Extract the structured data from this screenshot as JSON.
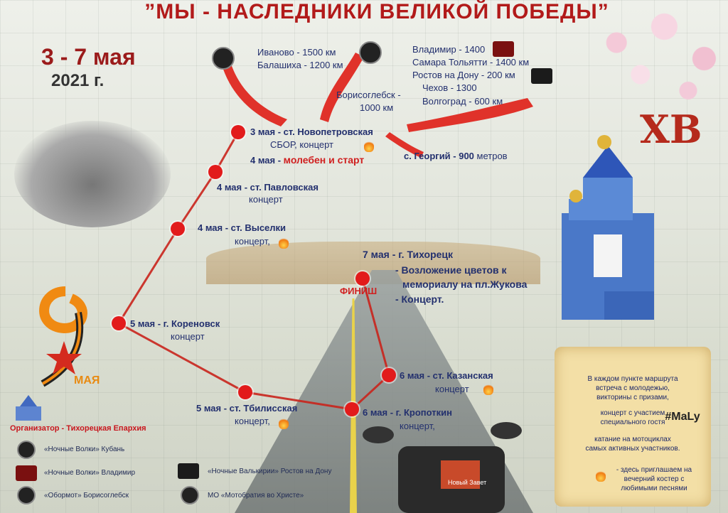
{
  "title": "”МЫ - НАСЛЕДНИКИ ВЕЛИКОЙ ПОБЕДЫ”",
  "dates": "3 - 7 мая",
  "year": "2021 г.",
  "xv": "ХВ",
  "cities_left": {
    "ivanovo": "Иваново - 1500 км",
    "balashikha": "Балашиха - 1200 км"
  },
  "cities_mid": {
    "borisoglebsk_1": "Борисоглебск -",
    "borisoglebsk_2": "1000 км"
  },
  "cities_right": {
    "vladimir": "Владимир - 1400",
    "samara": "Самара Тольятти - 1400 км",
    "rostov": "Ростов на Дону - 200 км",
    "chekhov": "Чехов - 1300",
    "volgograd": "Волгоград - 600 км"
  },
  "georgy": {
    "prefix": "с. Георгий - 900",
    "suffix": " метров"
  },
  "stops": {
    "novopetrovskaya": {
      "date": "3 мая - ст. Новопетровская",
      "line2": "СБОР,  концерт"
    },
    "start": {
      "date": "4 мая - ",
      "event": "молебен и старт"
    },
    "pavlovskaya": {
      "date": "4 мая - ст. Павловская",
      "line2": "концерт"
    },
    "vyselki": {
      "date": "4 мая - ст. Выселки",
      "line2": "концерт,"
    },
    "tikhoretsk": {
      "date": "7 мая - г. Тихорецк",
      "l1": "- Возложение цветов к",
      "l2": "мемориалу на пл.Жукова",
      "l3": "- Концерт."
    },
    "finish": "ФИНИШ",
    "korenovsk": {
      "date": "5 мая - г. Кореновск",
      "line2": "концерт"
    },
    "kazanskaya": {
      "date": "6 мая - ст. Казанская",
      "line2": "концерт"
    },
    "tbilisskaya": {
      "date": "5 мая - ст. Тбилисская",
      "line2": "концерт,"
    },
    "kropotkin": {
      "date": "6 мая - г. Кропоткин",
      "line2": "концерт,"
    }
  },
  "ribbon_label": "МАЯ",
  "scroll": {
    "l1": "В каждом пункте маршрута",
    "l2": "встреча с молодежью,",
    "l3": "викторины с призами,",
    "l4": "концерт с участием",
    "l5": "специального гостя",
    "guest": "#MaLy",
    "l6": "катание на мотоциклах",
    "l7": "самых активных участников.",
    "l8": "- здесь приглашаем на",
    "l9": "вечерний костер с",
    "l10": "любимыми песнями"
  },
  "legend": {
    "organizer": "Организатор - Тихорецкая Епархия",
    "nw_kuban": "«Ночные Волки» Кубань",
    "nw_vladimir": "«Ночные Волки»   Владимир",
    "valkyries": "«Ночные Валькирии»   Ростов на Дону",
    "obormot": "«Обормот»   Борисоглебск",
    "motobratia": "МО «Мотобратия во Христе»"
  },
  "screen_label": "Новый Завет",
  "colors": {
    "accent_red": "#b21a1a",
    "route_red": "#e21b1b",
    "text_blue": "#23306e"
  }
}
